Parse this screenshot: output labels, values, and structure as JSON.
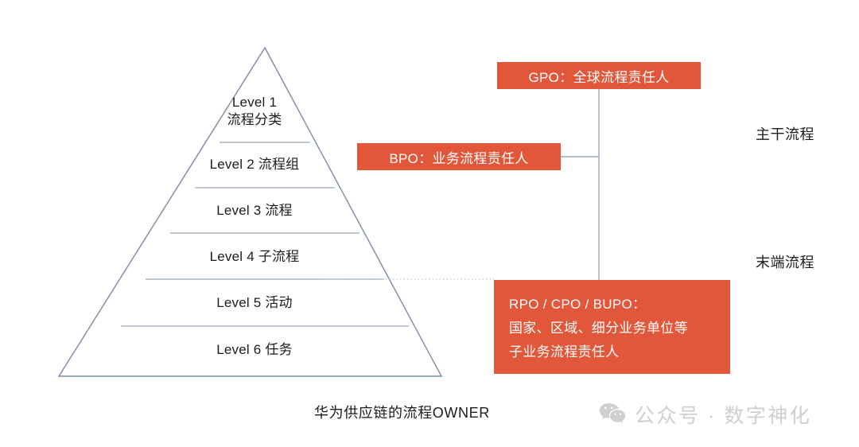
{
  "pyramid": {
    "levels": [
      {
        "id": "level-1",
        "label": "Level 1\n流程分类"
      },
      {
        "id": "level-2",
        "label": "Level 2 流程组"
      },
      {
        "id": "level-3",
        "label": "Level 3 流程"
      },
      {
        "id": "level-4",
        "label": "Level 4 子流程"
      },
      {
        "id": "level-5",
        "label": "Level 5 活动"
      },
      {
        "id": "level-6",
        "label": "Level 6 任务"
      }
    ],
    "outline_color": "#7b8ba3",
    "divider_color": "#9aa8bb"
  },
  "callouts": {
    "gpo": "GPO：全球流程责任人",
    "bpo": "BPO：业务流程责任人",
    "rpo": {
      "line1": "RPO / CPO / BUPO：",
      "line2": "国家、区域、细分业务单位等",
      "line3": "子业务流程责任人"
    },
    "accent_color": "#E25639"
  },
  "side_labels": {
    "main": "主干流程",
    "terminal": "末端流程"
  },
  "caption": "华为供应链的流程OWNER",
  "watermark": {
    "icon": "wechat-icon",
    "text": "公众号 · 数字神化",
    "color": "#cfcfcf"
  }
}
